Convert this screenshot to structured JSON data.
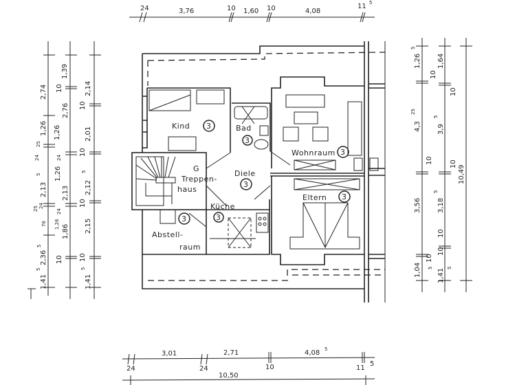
{
  "rooms": {
    "kind": "Kind",
    "bad": "Bad",
    "wohnraum": "Wohnraum",
    "diele": "Diele",
    "treppenhaus_g": "G",
    "treppenhaus_1": "Treppen-",
    "treppenhaus_2": "haus",
    "kueche": "Küche",
    "abstellraum_1": "Abstell-",
    "abstellraum_2": "raum",
    "eltern": "Eltern",
    "room_marker": "3"
  },
  "dimensions": {
    "top": [
      "24",
      "3,76",
      "10",
      "1,60",
      "10",
      "4,08",
      "11",
      "5"
    ],
    "left_outer": [
      "2,74",
      "1,26",
      "25",
      "24",
      "2,13",
      "5",
      "25",
      "24",
      "76",
      "2,36",
      "5",
      "1,41",
      "5"
    ],
    "left_middle": [
      "1,39",
      "10",
      "2,76",
      "1,26",
      "24",
      "1,26",
      "2,13",
      "24",
      "1,26",
      "1,86",
      "10"
    ],
    "left_inner": [
      "2,14",
      "10",
      "2,01",
      "10",
      "2,12",
      "5",
      "10",
      "2,15",
      "10",
      "1,41",
      "5"
    ],
    "right_outer": [
      "1,26",
      "5",
      "4,3",
      "25",
      "10",
      "3,56",
      "1,04",
      "5",
      "10"
    ],
    "right_middle": [
      "10",
      "1,64",
      "10",
      "3,9",
      "5",
      "10",
      "3,18",
      "5",
      "10",
      "1,41",
      "5",
      "10"
    ],
    "right_total": "10,49",
    "bottom": [
      "3,01",
      "2,71",
      "4,08",
      "5",
      "24",
      "24",
      "10",
      "11",
      "5"
    ],
    "bottom_total": "10,50"
  }
}
